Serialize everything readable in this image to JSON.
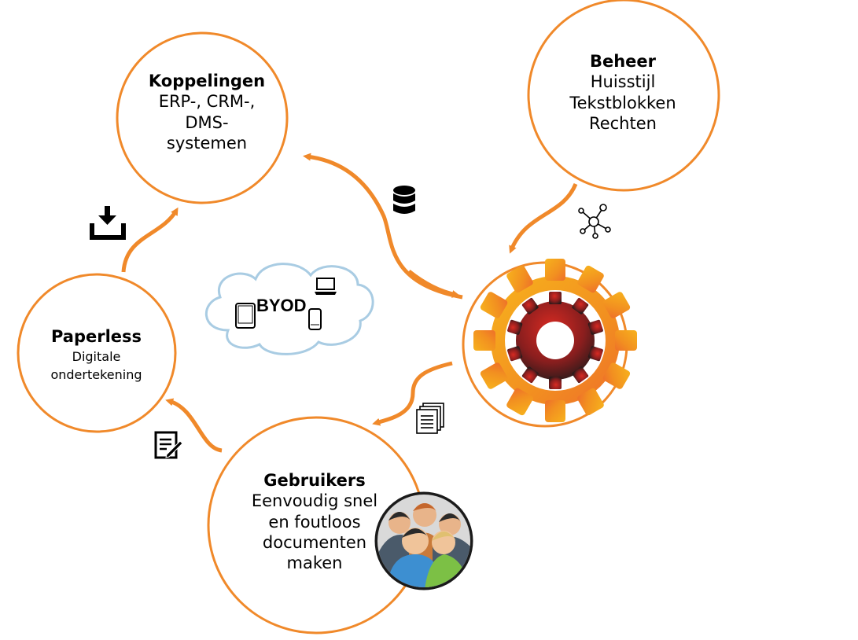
{
  "nodes": {
    "koppelingen": {
      "title": "Koppelingen",
      "lines": [
        "ERP-, CRM-,",
        "DMS-",
        "systemen"
      ]
    },
    "beheer": {
      "title": "Beheer",
      "lines": [
        "Huisstijl",
        "Tekstblokken",
        "Rechten"
      ]
    },
    "paperless": {
      "title": "Paperless",
      "lines": [
        "Digitale",
        "ondertekening"
      ]
    },
    "gebruikers": {
      "title": "Gebruikers",
      "lines": [
        "Eenvoudig snel",
        "en foutloos",
        "documenten",
        "maken"
      ]
    }
  },
  "cloud": {
    "label": "BYOD"
  },
  "colors": {
    "accent": "#f0892a",
    "gear_outer": "#f39c1f",
    "gear_inner": "#c0201f",
    "cloud_stroke": "#a9cce3"
  },
  "icons": [
    "download-icon",
    "database-icon",
    "network-icon",
    "documents-icon",
    "sign-document-icon",
    "laptop-icon",
    "tablet-icon",
    "phone-icon",
    "gear-icon",
    "users-group-icon"
  ]
}
